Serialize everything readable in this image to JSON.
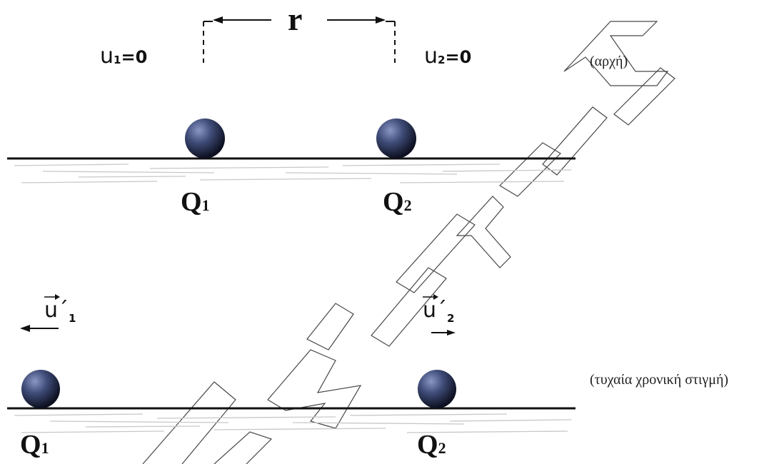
{
  "top": {
    "distance_label": "r",
    "v1_label": "u",
    "v1_sub": "1",
    "v1_value": "=0",
    "v2_label": "u",
    "v2_sub": "2",
    "v2_value": "=0",
    "caption": "(αρχή)",
    "q1_label": "Q",
    "q1_sub": "1",
    "q2_label": "Q",
    "q2_sub": "2"
  },
  "bottom": {
    "v1_label": "u΄",
    "v1_sub": "1",
    "v2_label": "u΄",
    "v2_sub": "2",
    "caption": "(τυχαία χρονική στιγμή)",
    "q1_label": "Q",
    "q1_sub": "1",
    "q2_label": "Q",
    "q2_sub": "2"
  },
  "watermark": "ΑΣΙΑΚΗΣ",
  "colors": {
    "sphere": "#3d4a73",
    "line": "#111111"
  }
}
